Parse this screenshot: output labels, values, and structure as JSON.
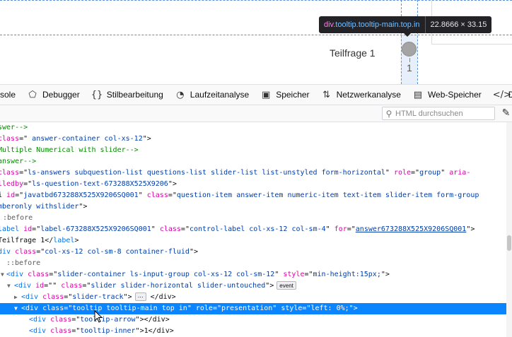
{
  "preview": {
    "question_label": "Teilfrage 1",
    "slider_value": "1",
    "tooltip": {
      "tag": "div",
      "classes": ".tooltip.tooltip-main.top.in",
      "dimensions": "22.8666 × 33.15"
    }
  },
  "toolbox": {
    "tabs": [
      {
        "label": "sole",
        "icon": ""
      },
      {
        "label": "Debugger",
        "icon": "debugger-icon"
      },
      {
        "label": "Stilbearbeitung",
        "icon": "style-editor-icon"
      },
      {
        "label": "Laufzeitanalyse",
        "icon": "performance-icon"
      },
      {
        "label": "Speicher",
        "icon": "memory-icon"
      },
      {
        "label": "Netzwerkanalyse",
        "icon": "network-icon"
      },
      {
        "label": "Web-Speicher",
        "icon": "storage-icon"
      },
      {
        "label": "DO",
        "icon": "dom-icon"
      }
    ]
  },
  "inspector": {
    "search_placeholder": "HTML durchsuchen"
  },
  "markup": {
    "lines": [
      [
        {
          "c": "cm",
          "t": "swer-->"
        }
      ],
      [
        {
          "c": "an",
          "t": "class"
        },
        {
          "c": "tx",
          "t": "=\""
        },
        {
          "c": "av",
          "t": " answer-container col-xs-12"
        },
        {
          "c": "tx",
          "t": "\">"
        }
      ],
      [
        {
          "c": "cm",
          "t": "Multiple Numerical with slider-->"
        }
      ],
      [
        {
          "c": "cm",
          "t": "answer-->"
        }
      ],
      [
        {
          "c": "an",
          "t": "class"
        },
        {
          "c": "tx",
          "t": "=\""
        },
        {
          "c": "av",
          "t": "ls-answers subquestion-list questions-list slider-list list-unstyled form-horizontal"
        },
        {
          "c": "tx",
          "t": "\" "
        },
        {
          "c": "an",
          "t": "role"
        },
        {
          "c": "tx",
          "t": "=\""
        },
        {
          "c": "av",
          "t": "group"
        },
        {
          "c": "tx",
          "t": "\" "
        },
        {
          "c": "an",
          "t": "aria-"
        }
      ],
      [
        {
          "c": "an",
          "t": "lledby"
        },
        {
          "c": "tx",
          "t": "=\""
        },
        {
          "c": "av",
          "t": "ls-question-text-673288X525X9206"
        },
        {
          "c": "tx",
          "t": "\">"
        }
      ],
      [
        {
          "c": "tx",
          "t": "i "
        },
        {
          "c": "an",
          "t": "id"
        },
        {
          "c": "tx",
          "t": "=\""
        },
        {
          "c": "av",
          "t": "javatbd673288X525X9206SQ001"
        },
        {
          "c": "tx",
          "t": "\" "
        },
        {
          "c": "an",
          "t": "class"
        },
        {
          "c": "tx",
          "t": "=\""
        },
        {
          "c": "av",
          "t": "question-item answer-item numeric-item text-item slider-item form-group"
        }
      ],
      [
        {
          "c": "av",
          "t": "mberonly withslider"
        },
        {
          "c": "tx",
          "t": "\">"
        }
      ],
      [
        {
          "c": "ps",
          "t": ":before"
        }
      ],
      [
        {
          "c": "t",
          "t": "label "
        },
        {
          "c": "an",
          "t": "id"
        },
        {
          "c": "tx",
          "t": "=\""
        },
        {
          "c": "av",
          "t": "label-673288X525X9206SQ001"
        },
        {
          "c": "tx",
          "t": "\" "
        },
        {
          "c": "an",
          "t": "class"
        },
        {
          "c": "tx",
          "t": "=\""
        },
        {
          "c": "av",
          "t": "control-label col-xs-12 col-sm-4"
        },
        {
          "c": "tx",
          "t": "\" "
        },
        {
          "c": "an",
          "t": "for"
        },
        {
          "c": "tx",
          "t": "=\""
        },
        {
          "c": "av link",
          "t": "answer673288X525X9206SQ001"
        },
        {
          "c": "tx",
          "t": "\">"
        }
      ],
      [
        {
          "c": "tx",
          "t": "Teilfrage 1</"
        },
        {
          "c": "t",
          "t": "label"
        },
        {
          "c": "tx",
          "t": ">"
        }
      ],
      [
        {
          "c": "t",
          "t": "div "
        },
        {
          "c": "an",
          "t": "class"
        },
        {
          "c": "tx",
          "t": "=\""
        },
        {
          "c": "av",
          "t": "col-xs-12 col-sm-8 container-fluid"
        },
        {
          "c": "tx",
          "t": "\">"
        }
      ],
      [
        {
          "c": "ps",
          "t": "::before"
        }
      ],
      [
        {
          "c": "t",
          "t": "<div "
        },
        {
          "c": "an",
          "t": "class"
        },
        {
          "c": "tx",
          "t": "=\""
        },
        {
          "c": "av",
          "t": "slider-container ls-input-group col-xs-12 col-sm-12"
        },
        {
          "c": "tx",
          "t": "\" "
        },
        {
          "c": "an",
          "t": "style"
        },
        {
          "c": "tx",
          "t": "=\""
        },
        {
          "c": "av",
          "t": "min-height:15px;"
        },
        {
          "c": "tx",
          "t": "\">"
        }
      ],
      [
        {
          "c": "t",
          "t": "<div "
        },
        {
          "c": "an",
          "t": "id"
        },
        {
          "c": "tx",
          "t": "=\"\" "
        },
        {
          "c": "an",
          "t": "class"
        },
        {
          "c": "tx",
          "t": "=\""
        },
        {
          "c": "av",
          "t": "slider slider-horizontal slider-untouched"
        },
        {
          "c": "tx",
          "t": "\">"
        }
      ],
      [
        {
          "c": "t",
          "t": "<div "
        },
        {
          "c": "an",
          "t": "class"
        },
        {
          "c": "tx",
          "t": "=\""
        },
        {
          "c": "av",
          "t": "slider-track"
        },
        {
          "c": "tx",
          "t": "\">"
        },
        {
          "c": "tx",
          "t": " </div>"
        }
      ],
      [
        {
          "c": "t",
          "t": "<div "
        },
        {
          "c": "an",
          "t": "class"
        },
        {
          "c": "tx",
          "t": "=\""
        },
        {
          "c": "av",
          "t": "tooltip tooltip-main top in"
        },
        {
          "c": "tx",
          "t": "\" "
        },
        {
          "c": "an",
          "t": "role"
        },
        {
          "c": "tx",
          "t": "=\""
        },
        {
          "c": "av",
          "t": "presentation"
        },
        {
          "c": "tx",
          "t": "\" "
        },
        {
          "c": "an",
          "t": "style"
        },
        {
          "c": "tx",
          "t": "=\""
        },
        {
          "c": "av",
          "t": "left: 0%;"
        },
        {
          "c": "tx",
          "t": "\">"
        }
      ],
      [
        {
          "c": "t",
          "t": "<div "
        },
        {
          "c": "an",
          "t": "class"
        },
        {
          "c": "tx",
          "t": "=\""
        },
        {
          "c": "av",
          "t": "tooltip-arrow"
        },
        {
          "c": "tx",
          "t": "\"></div>"
        }
      ],
      [
        {
          "c": "t",
          "t": "<div "
        },
        {
          "c": "an",
          "t": "class"
        },
        {
          "c": "tx",
          "t": "=\""
        },
        {
          "c": "av",
          "t": "tooltip-inner"
        },
        {
          "c": "tx",
          "t": "\">1</div>"
        }
      ]
    ],
    "badges": {
      "event": "event",
      "ellipsis": "⋯"
    },
    "selected_index": 16
  }
}
